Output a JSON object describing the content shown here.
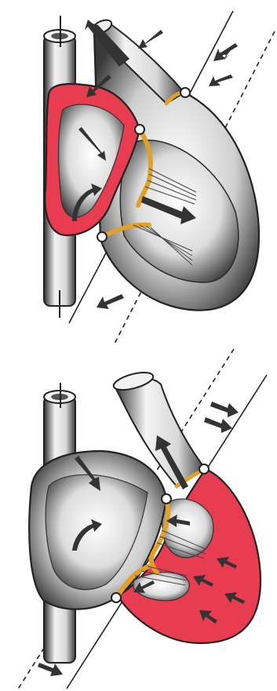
{
  "figure": {
    "panels": [
      {
        "id": "diastole",
        "highlighted_chamber": "right-atrium",
        "flow": "atria-to-ventricles"
      },
      {
        "id": "systole",
        "highlighted_chamber": "ventricles",
        "flow": "ventricles-to-arteries"
      }
    ],
    "colors": {
      "highlight": "#e83c50",
      "valve": "#e0a02a",
      "tissue_light": "#f2f2f2",
      "tissue_dark": "#2a2a2a",
      "arrow": "#3a3a3a"
    },
    "icons": [
      "flow-arrow-icon",
      "valve-node-icon",
      "cut-plane-line"
    ]
  }
}
